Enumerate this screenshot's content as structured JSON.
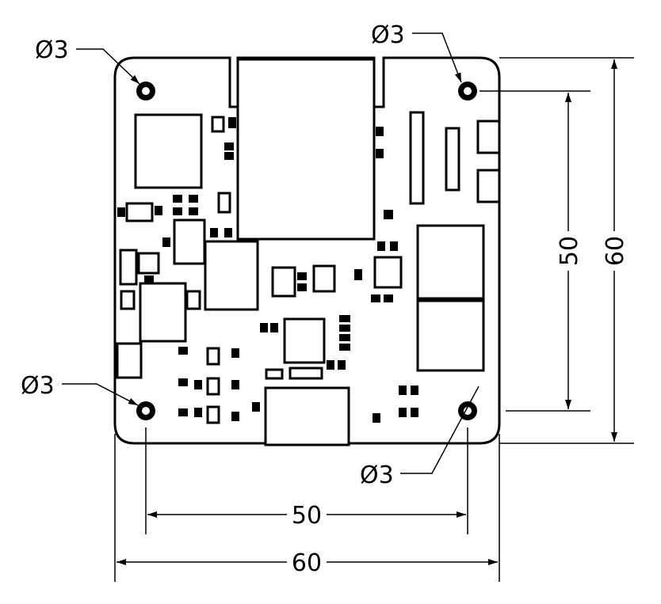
{
  "drawing": {
    "hole_labels": [
      "Ø3",
      "Ø3",
      "Ø3",
      "Ø3"
    ],
    "dimensions": {
      "hole_spacing_horizontal": "50",
      "board_width": "60",
      "hole_spacing_vertical": "50",
      "board_height": "60"
    }
  }
}
